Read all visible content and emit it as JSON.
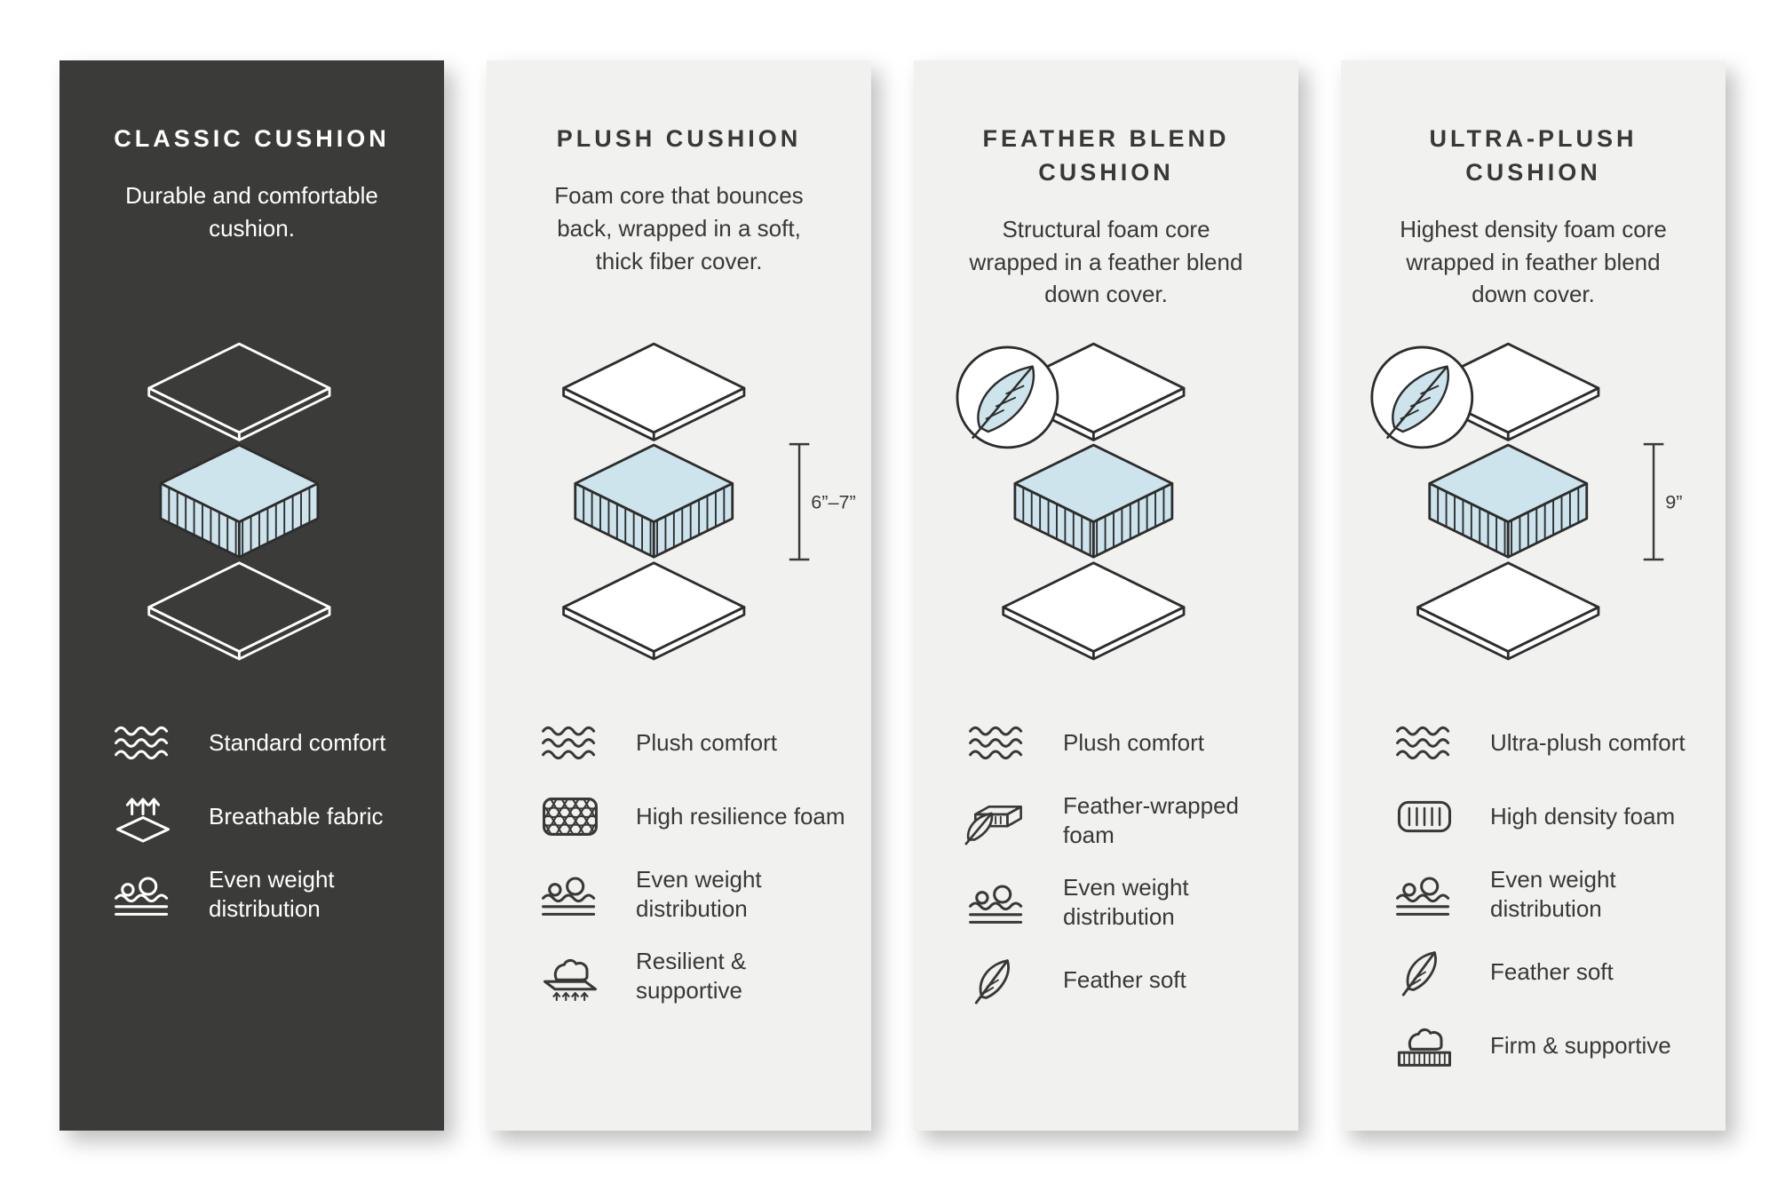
{
  "colors": {
    "dark_panel_bg": "#3b3b39",
    "light_panel_bg": "#f1f1ef",
    "foam_fill": "#cde4ed",
    "outline_dark": "#2d2d2d",
    "text_light": "#ffffff",
    "text_dark": "#383836"
  },
  "panels": [
    {
      "title": "CLASSIC CUSHION",
      "description": "Durable and comfortable cushion.",
      "features": [
        {
          "icon": "waves-icon",
          "label": "Standard comfort"
        },
        {
          "icon": "breathable-icon",
          "label": "Breathable fabric"
        },
        {
          "icon": "even-weight-icon",
          "label": "Even weight distribution"
        }
      ]
    },
    {
      "title": "PLUSH CUSHION",
      "description": "Foam core that bounces back, wrapped in a soft, thick fiber cover.",
      "dimension": "6”–7”",
      "features": [
        {
          "icon": "waves-icon",
          "label": "Plush comfort"
        },
        {
          "icon": "foam-cells-icon",
          "label": "High resilience foam"
        },
        {
          "icon": "even-weight-icon",
          "label": "Even weight distribution"
        },
        {
          "icon": "press-hand-icon",
          "label": "Resilient & supportive"
        }
      ]
    },
    {
      "title": "FEATHER BLEND CUSHION",
      "description": "Structural foam core wrapped in a feather blend down cover.",
      "features": [
        {
          "icon": "waves-icon",
          "label": "Plush comfort"
        },
        {
          "icon": "feather-foam-icon",
          "label": "Feather-wrapped foam"
        },
        {
          "icon": "even-weight-icon",
          "label": "Even weight distribution"
        },
        {
          "icon": "feather-icon",
          "label": "Feather soft"
        }
      ]
    },
    {
      "title": "ULTRA-PLUSH CUSHION",
      "description": "Highest density foam core wrapped in feather blend down cover.",
      "dimension": "9”",
      "features": [
        {
          "icon": "waves-icon",
          "label": "Ultra-plush comfort"
        },
        {
          "icon": "foam-lines-icon",
          "label": "High density foam"
        },
        {
          "icon": "even-weight-icon",
          "label": "Even weight distribution"
        },
        {
          "icon": "feather-icon",
          "label": "Feather soft"
        },
        {
          "icon": "press-hand-icon",
          "label": "Firm & supportive"
        }
      ]
    }
  ]
}
